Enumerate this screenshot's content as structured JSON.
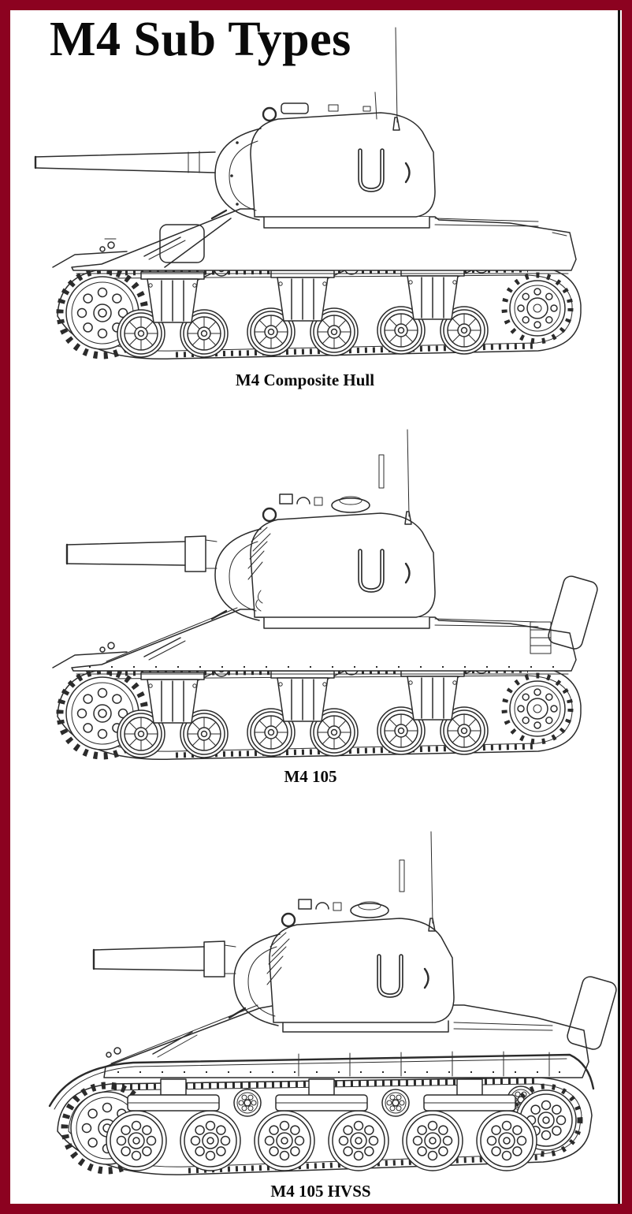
{
  "title": "M4 Sub Types",
  "colors": {
    "border": "#8c0220",
    "background": "#ffffff",
    "ink": "#2b2b2b",
    "scan_edge": "#141414"
  },
  "figures": [
    {
      "id": "m4-composite-hull",
      "caption": "M4 Composite Hull"
    },
    {
      "id": "m4-105",
      "caption": "M4 105"
    },
    {
      "id": "m4-105-hvss",
      "caption": "M4 105 HVSS"
    }
  ]
}
